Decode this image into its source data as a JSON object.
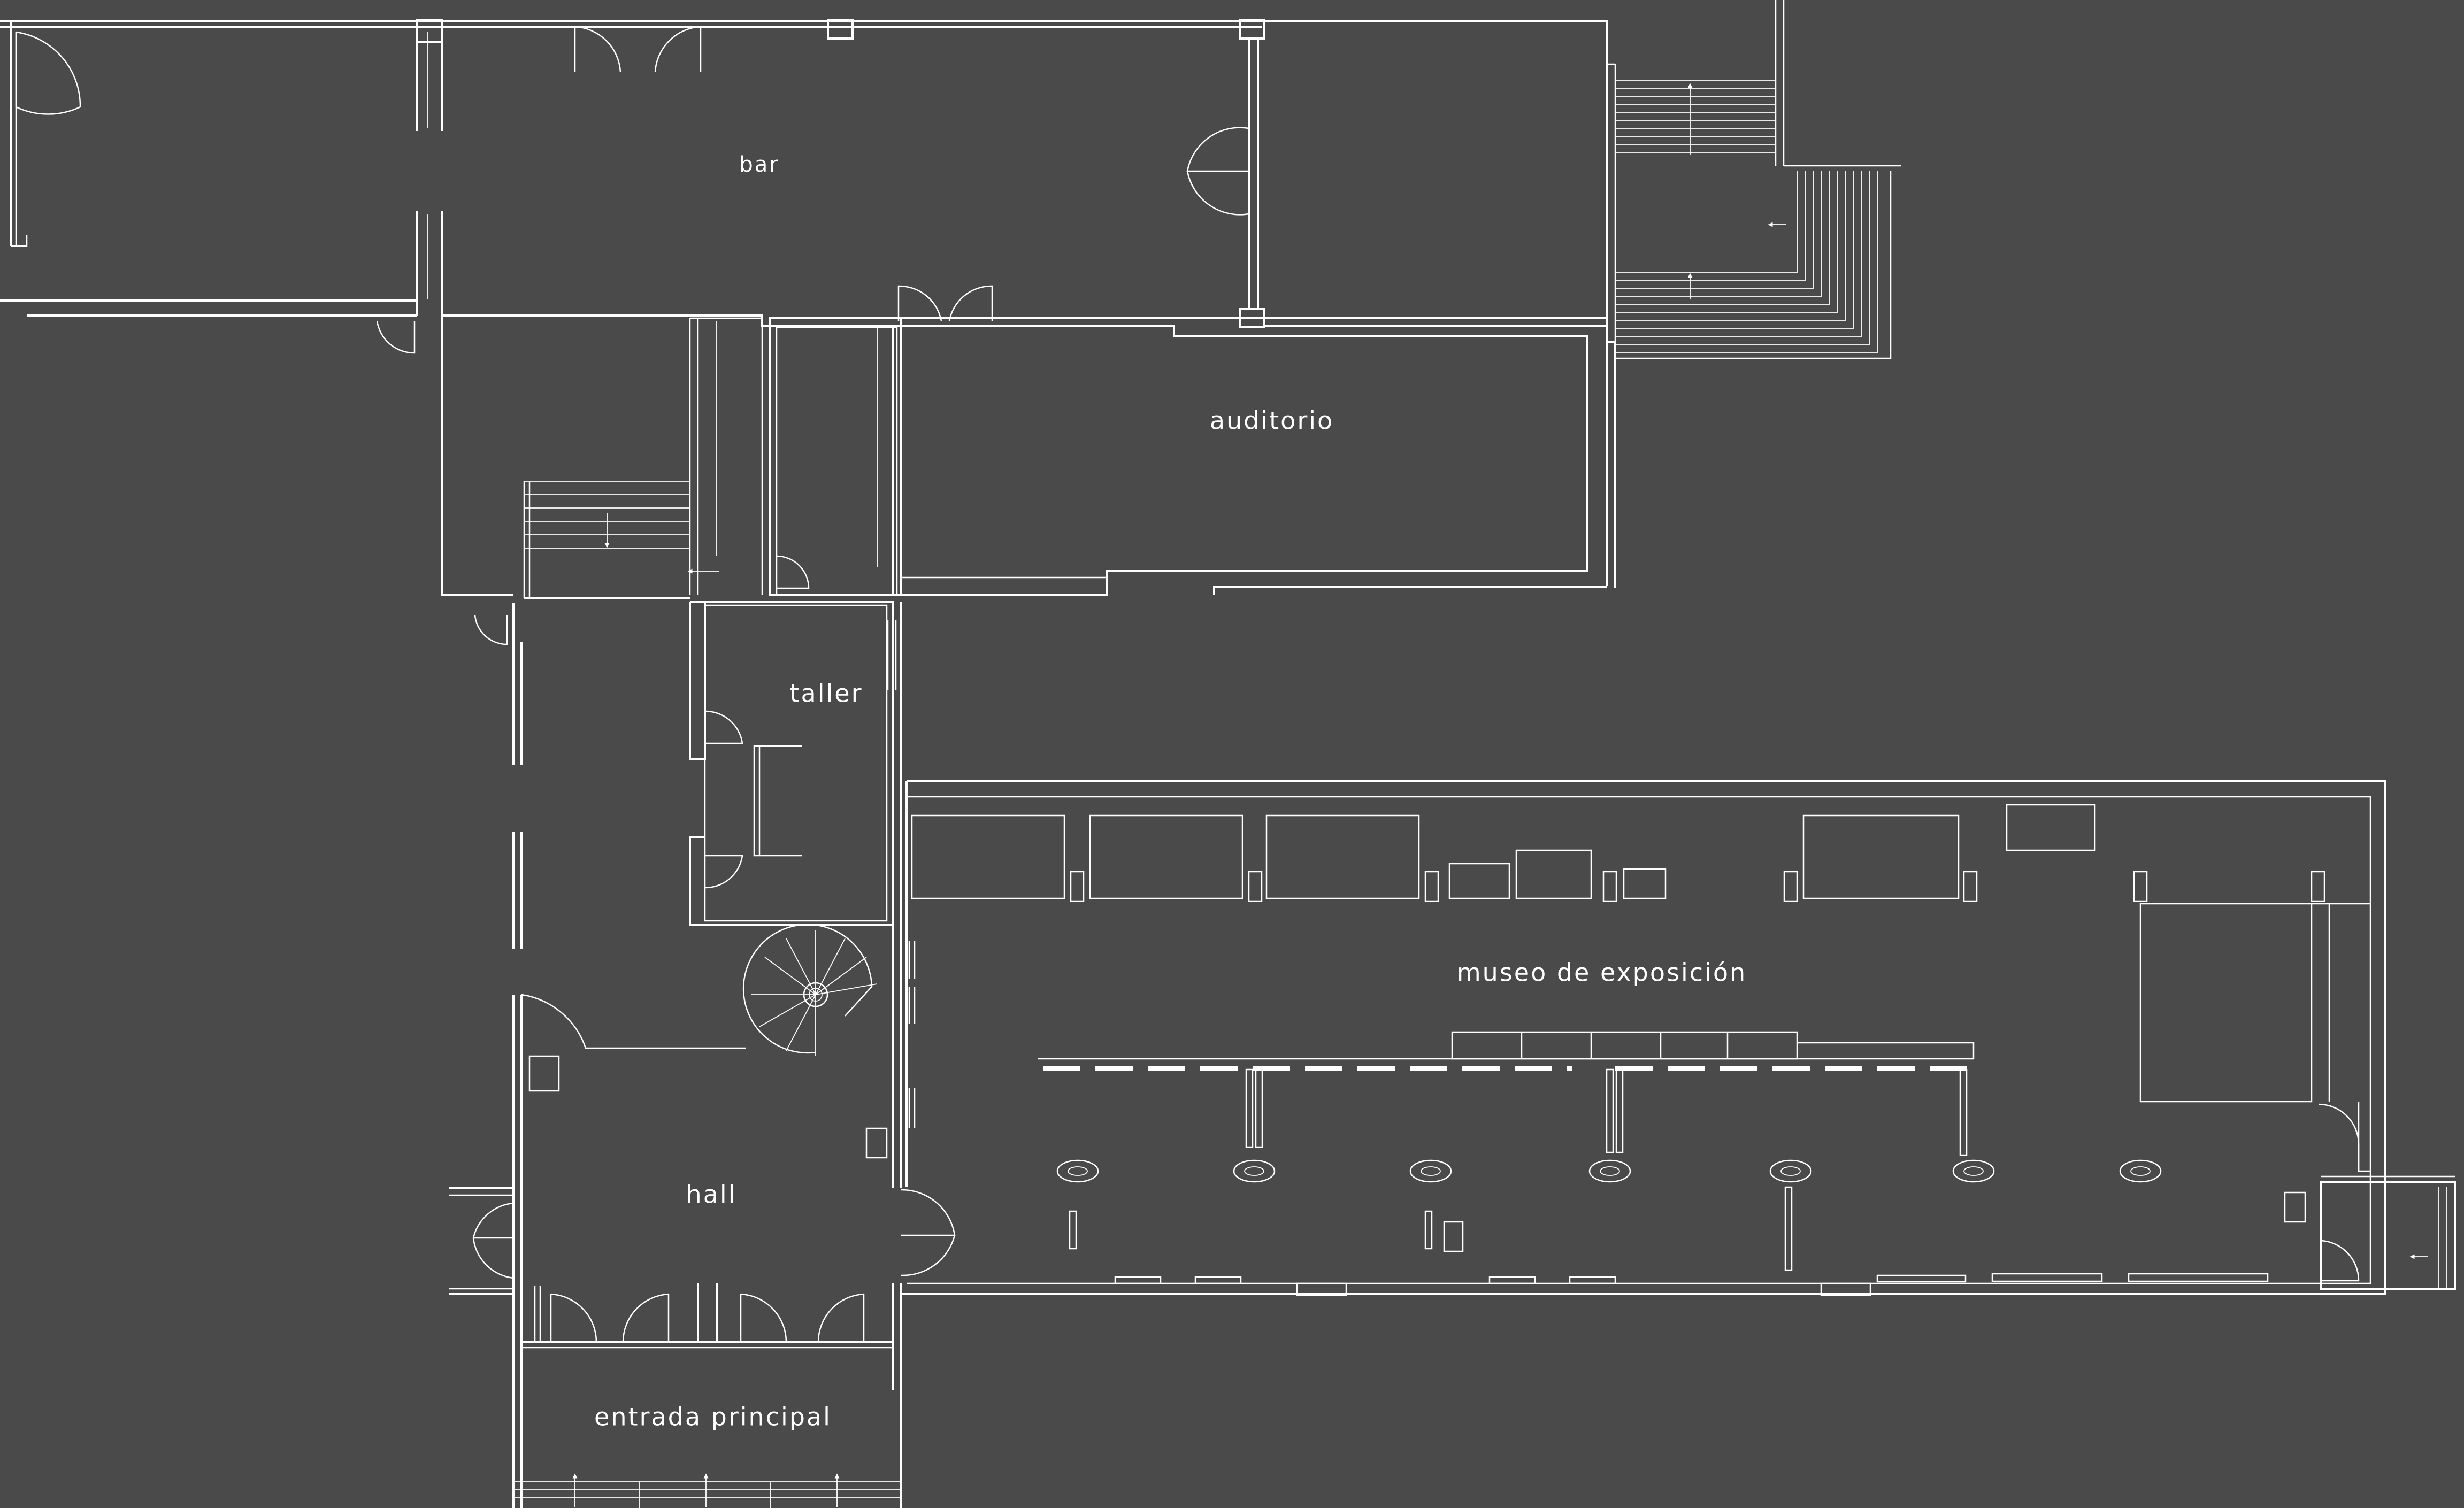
{
  "rooms": {
    "bar": "bar",
    "auditorio": "auditorio",
    "taller": "taller",
    "museo": "museo de exposición",
    "hall": "hall",
    "entrada": "entrada principal"
  },
  "colors": {
    "background": "#4a4a4a",
    "lines": "#ffffff"
  }
}
